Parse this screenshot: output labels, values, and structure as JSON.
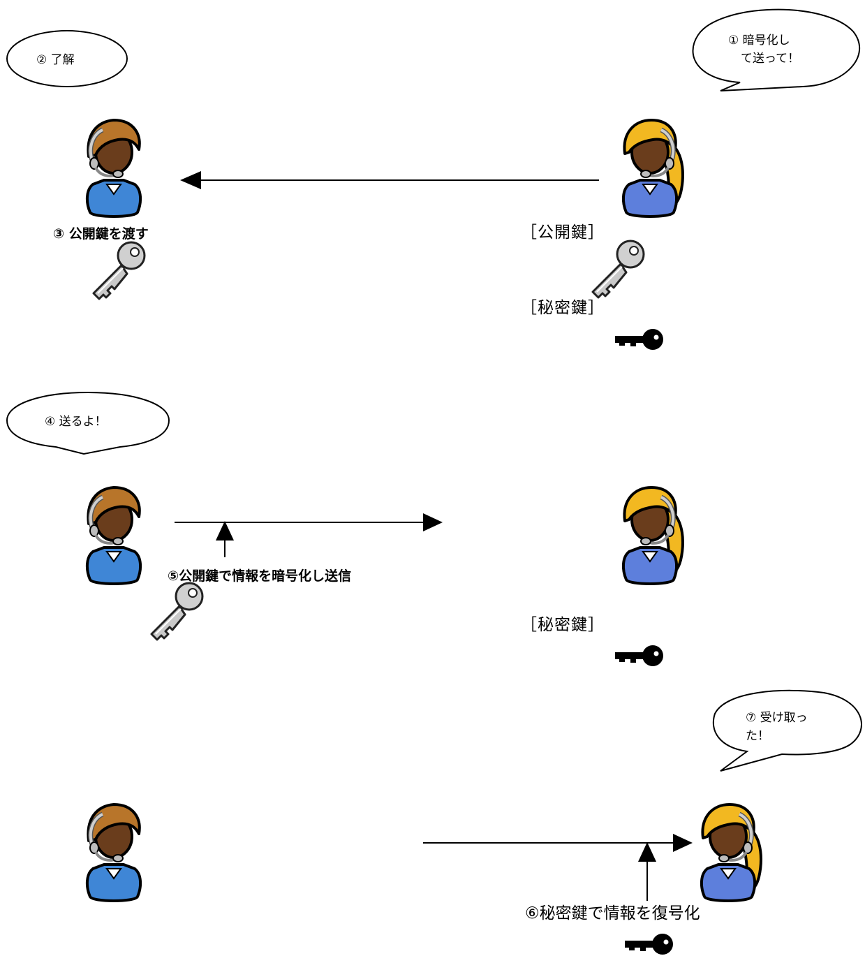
{
  "bubbles": {
    "b1": "① 暗号化し",
    "b1b": "て送って！",
    "b2": "② 了解",
    "b4": "④ 送るよ！",
    "b7": "⑦ 受け取っ",
    "b7b": "た！"
  },
  "labels": {
    "step3": "③ 公開鍵を渡す",
    "public_key": "［公開鍵］",
    "private_key_1": "［秘密鍵］",
    "step5": "⑤公開鍵で情報を暗号化し送信",
    "private_key_2": "［秘密鍵］",
    "step6": "⑥秘密鍵で情報を復号化"
  },
  "colors": {
    "male_hair": "#b8752a",
    "female_hair": "#f2b821",
    "skin": "#6a3d1c",
    "shirt_male": "#3f86d6",
    "shirt_female": "#5d7fdc",
    "silver_key": "#c9c9c9",
    "black_key": "#000000"
  },
  "icons": [
    "person-male-icon",
    "person-female-icon",
    "silver-key-icon",
    "black-key-icon"
  ]
}
